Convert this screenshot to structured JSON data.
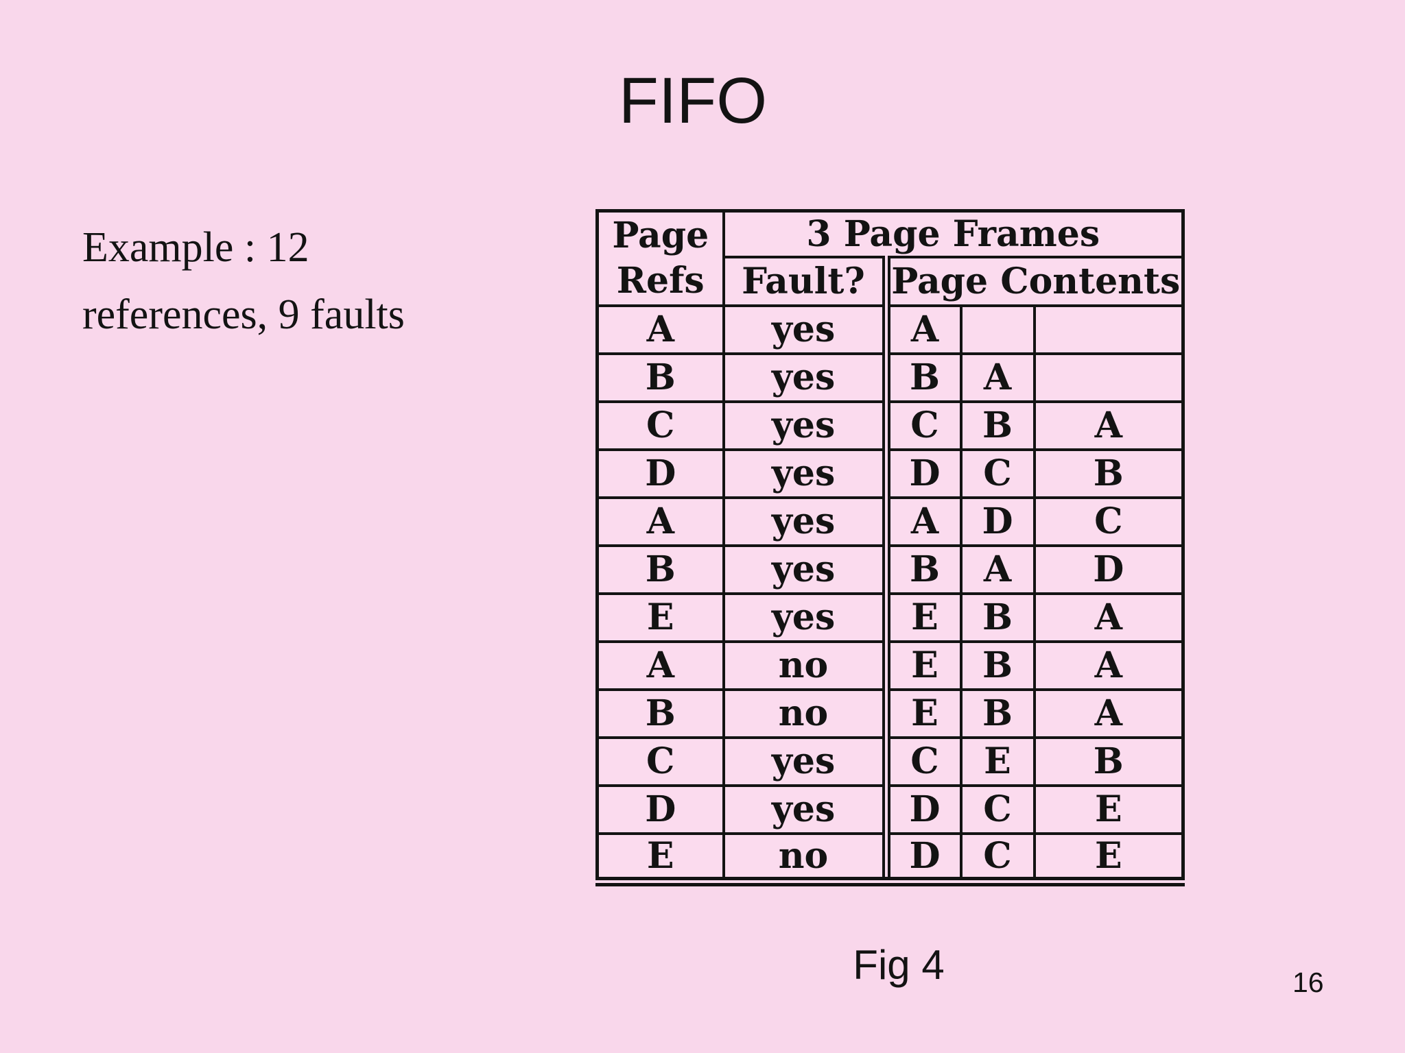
{
  "slide": {
    "title": "FIFO",
    "example_text": "Example : 12 references, 9 faults",
    "figure_caption": "Fig 4",
    "page_number": "16"
  },
  "colors": {
    "background": "#f9d7eb",
    "table_background": "#fbdbee",
    "text": "#131313",
    "rule": "#131313"
  },
  "table": {
    "header": {
      "refs_line1": "Page",
      "refs_line2": "Refs",
      "frames_group": "3 Page Frames",
      "fault": "Fault?",
      "contents": "Page Contents"
    },
    "rows": [
      {
        "ref": "A",
        "fault": "yes",
        "frames": [
          "A",
          "",
          ""
        ]
      },
      {
        "ref": "B",
        "fault": "yes",
        "frames": [
          "B",
          "A",
          ""
        ]
      },
      {
        "ref": "C",
        "fault": "yes",
        "frames": [
          "C",
          "B",
          "A"
        ]
      },
      {
        "ref": "D",
        "fault": "yes",
        "frames": [
          "D",
          "C",
          "B"
        ]
      },
      {
        "ref": "A",
        "fault": "yes",
        "frames": [
          "A",
          "D",
          "C"
        ]
      },
      {
        "ref": "B",
        "fault": "yes",
        "frames": [
          "B",
          "A",
          "D"
        ]
      },
      {
        "ref": "E",
        "fault": "yes",
        "frames": [
          "E",
          "B",
          "A"
        ]
      },
      {
        "ref": "A",
        "fault": "no",
        "frames": [
          "E",
          "B",
          "A"
        ]
      },
      {
        "ref": "B",
        "fault": "no",
        "frames": [
          "E",
          "B",
          "A"
        ]
      },
      {
        "ref": "C",
        "fault": "yes",
        "frames": [
          "C",
          "E",
          "B"
        ]
      },
      {
        "ref": "D",
        "fault": "yes",
        "frames": [
          "D",
          "C",
          "E"
        ]
      },
      {
        "ref": "E",
        "fault": "no",
        "frames": [
          "D",
          "C",
          "E"
        ]
      }
    ]
  }
}
